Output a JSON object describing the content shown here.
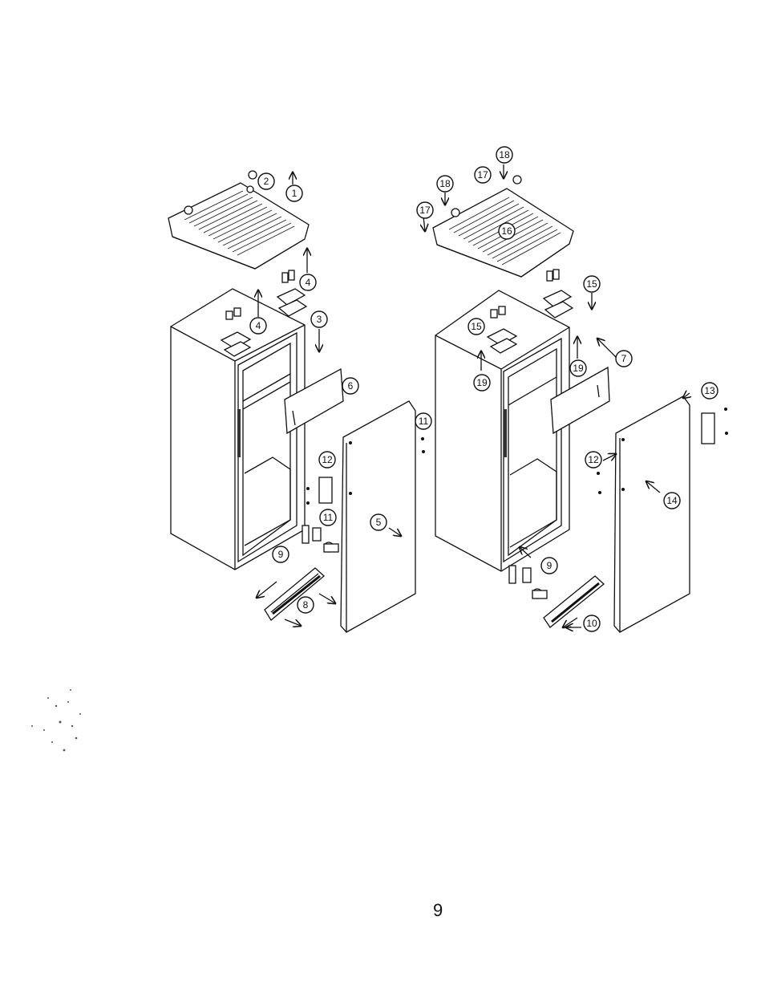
{
  "page": {
    "number": "9"
  },
  "callouts": {
    "left": [
      "1",
      "2",
      "3",
      "4",
      "4",
      "5",
      "6",
      "8",
      "9",
      "11",
      "11",
      "12"
    ],
    "right": [
      "7",
      "9",
      "10",
      "12",
      "13",
      "14",
      "15",
      "15",
      "16",
      "17",
      "17",
      "18",
      "18",
      "19",
      "19"
    ]
  }
}
